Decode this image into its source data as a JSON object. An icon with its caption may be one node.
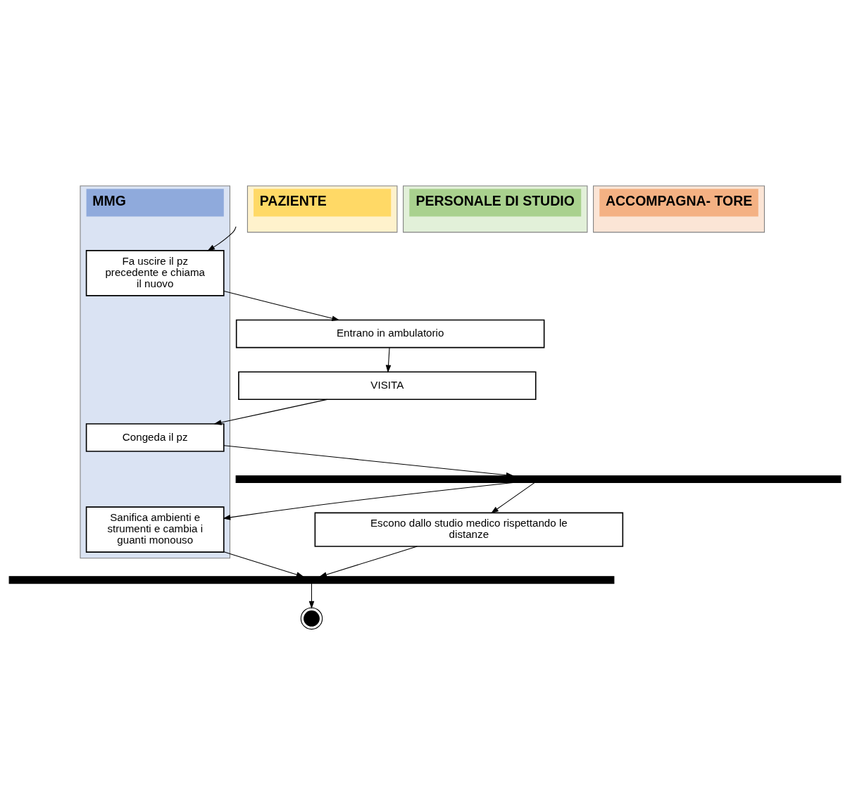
{
  "diagram": {
    "nodes": [
      {
        "text": [
          "MMG"
        ]
      },
      {
        "text": [
          "PAZIENTE"
        ]
      },
      {
        "text": [
          "PERSONALE DI STUDIO"
        ]
      },
      {
        "text": [
          "ACCOMPAGNA- TORE"
        ]
      },
      {
        "text": [
          "Fa uscire il pz precedente e chiama il nuovo"
        ],
        "in": 0
      },
      {
        "text": [
          "Entrano in ambulatorio"
        ]
      },
      {
        "text": [
          "VISITA"
        ]
      },
      {
        "text": [
          "Congeda il pz"
        ],
        "in": 0
      },
      {
        "text": [],
        "shape": "bar"
      },
      {
        "text": [
          "Sanifica ambienti e strumenti e cambia i guanti monouso"
        ],
        "in": 0
      },
      {
        "text": [
          "Escono dallo studio medico rispettando le distanze"
        ]
      },
      {
        "text": [],
        "shape": "bar"
      },
      {
        "text": [],
        "shape": "circle"
      }
    ],
    "edges": [
      {
        "from": null,
        "to": 4,
        "arrow": "to"
      },
      {
        "from": 4,
        "to": 5,
        "arrow": "to"
      },
      {
        "from": 5,
        "to": 6,
        "arrow": "to"
      },
      {
        "from": 6,
        "to": 7,
        "arrow": "to"
      },
      {
        "from": 7,
        "to": 8,
        "arrow": "to"
      },
      {
        "from": 8,
        "to": 9,
        "arrow": "to"
      },
      {
        "from": 8,
        "to": 10,
        "arrow": "to"
      },
      {
        "from": 9,
        "to": 11,
        "arrow": "to"
      },
      {
        "from": 10,
        "to": 11,
        "arrow": "to"
      },
      {
        "from": 11,
        "to": 12,
        "arrow": "to"
      }
    ]
  }
}
